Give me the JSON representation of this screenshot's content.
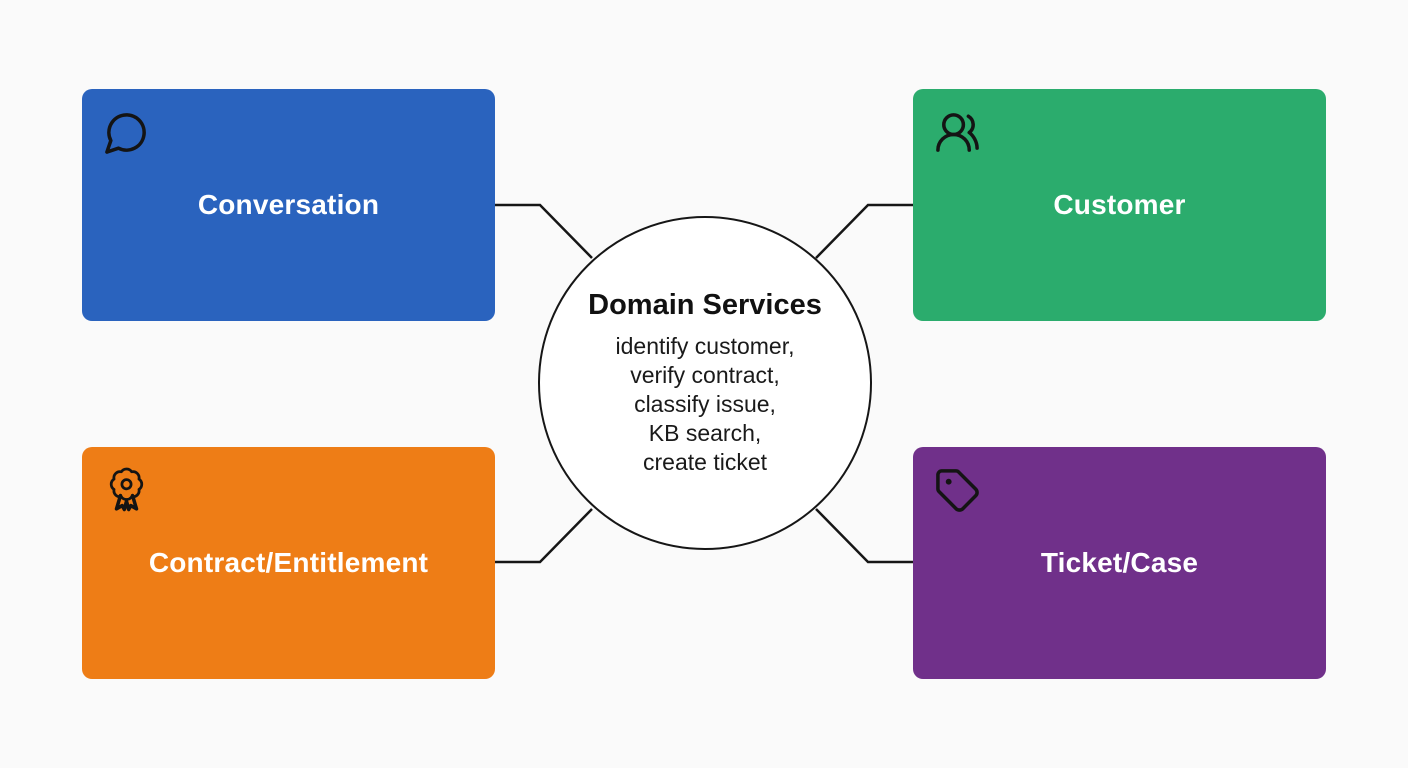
{
  "page": {
    "background_color": "#FAFAFA",
    "line_color": "#161616"
  },
  "center_node": {
    "title": "Domain Services",
    "services": [
      "identify customer,",
      "verify contract,",
      "classify issue,",
      "KB search,",
      "create ticket"
    ],
    "fill_color": "#FFFFFF",
    "border_color": "#161616",
    "text_color": "#111111"
  },
  "nodes": {
    "conversation": {
      "label": "Conversation",
      "icon": "message-circle-icon",
      "color": "#2A63BE"
    },
    "customer": {
      "label": "Customer",
      "icon": "users-round-icon",
      "color": "#2BAC6D"
    },
    "contract": {
      "label": "Contract/Entitlement",
      "icon": "award-ribbon-icon",
      "color": "#EE7D16"
    },
    "ticket": {
      "label": "Ticket/Case",
      "icon": "tag-icon",
      "color": "#70308A"
    }
  },
  "node_text_color": "#FFFFFF",
  "icon_color": "#141414"
}
